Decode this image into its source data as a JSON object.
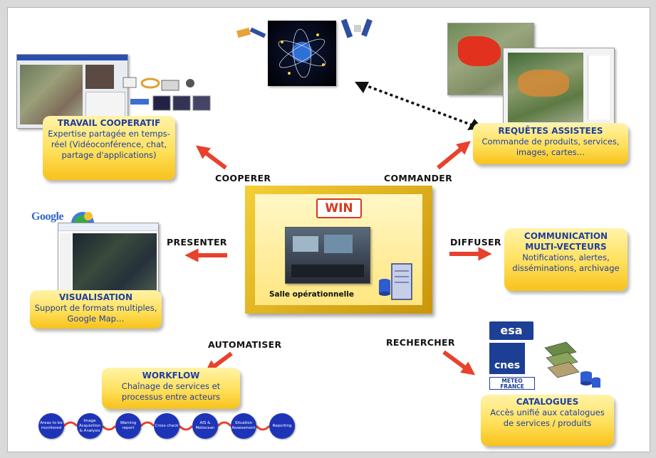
{
  "center": {
    "logo": "WIN",
    "caption": "Salle opérationnelle"
  },
  "verbs": {
    "cooperer": "COOPERER",
    "commander": "COMMANDER",
    "presenter": "PRESENTER",
    "diffuser": "DIFFUSER",
    "automatiser": "AUTOMATISER",
    "rechercher": "RECHERCHER"
  },
  "boxes": {
    "travail": {
      "title": "TRAVAIL COOPERATIF",
      "body": "Expertise partagée en temps-réel (Vidéoconférence, chat, partage d'applications)"
    },
    "requetes": {
      "title": "REQUÊTES ASSISTEES",
      "body": "Commande de produits, services, images, cartes…"
    },
    "visualisation": {
      "title": "VISUALISATION",
      "body": "Support de formats multiples, Google Map…"
    },
    "communication": {
      "title": "COMMUNICATION MULTI-VECTEURS",
      "body": "Notifications, alertes, disséminations, archivage"
    },
    "workflow": {
      "title": "WORKFLOW",
      "body": "Chaînage de services et processus entre acteurs"
    },
    "catalogues": {
      "title": "CATALOGUES",
      "body": "Accès unifié aux catalogues de services / produits"
    }
  },
  "logos": {
    "google": "Google",
    "esa": "esa",
    "cnes": "cnes",
    "meteo_line1": "METEO",
    "meteo_line2": "FRANCE"
  },
  "workflow_steps": [
    "Areas to be monitored",
    "Image Acquisition & Analysis",
    "Warning report",
    "Cross check",
    "AIS & Metocean",
    "Situation Assessment",
    "Reporting"
  ],
  "colors": {
    "arrow": "#e8412c",
    "box_text": "#1f3fa0",
    "step_fill": "#1e34b8",
    "center_frame": "#e7b416"
  }
}
